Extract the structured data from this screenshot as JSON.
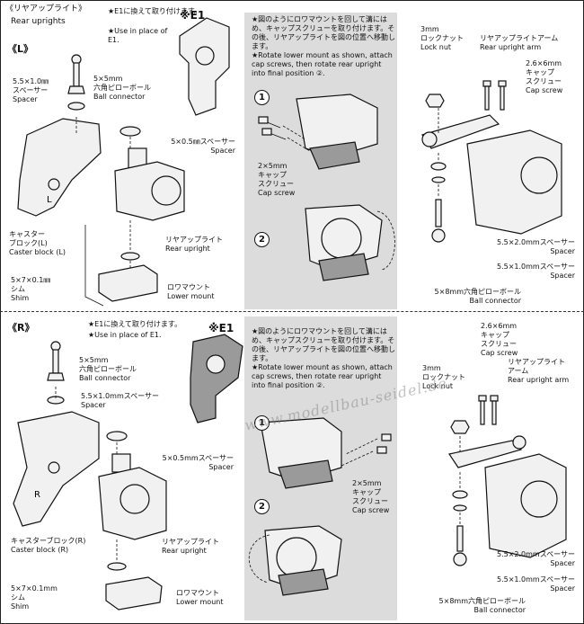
{
  "header": {
    "title_jp": "《リヤアップライト》",
    "title_en": "Rear uprights"
  },
  "left_section": {
    "label": "《L》",
    "e1_note_jp": "★E1に換えて取り付けます。",
    "e1_note_en": "★Use in place of E1.",
    "e1_tag": "※E1",
    "parts": {
      "spacer_5510": "5.5×1.0㎜\nスペーサー\nSpacer",
      "ball_connector": "5×5mm\n六角ピローボール\nBall connector",
      "spacer_5505": "5×0.5㎜スペーサー\nSpacer",
      "caster_block": "キャスター\nブロック(L)\nCaster block (L)",
      "rear_upright": "リヤアップライト\nRear upright",
      "shim": "5×7×0.1㎜\nシム\nShim",
      "lower_mount": "ロワマウント\nLower mount"
    },
    "instruction": "★図のようにロワマウントを回して溝にはめ、キャップスクリューを取り付けます。その後、リヤアップライトを図の位置へ移動します。\n★Rotate lower mount as shown, attach cap screws, then rotate rear upright into final position ②.",
    "step1": "1",
    "step2": "2",
    "cap_screw": "2×5mm\nキャップ\nスクリュー\nCap screw",
    "right_parts": {
      "lock_nut": "3mm\nロックナット\nLock nut",
      "upright_arm": "リヤアップライトアーム\nRear upright arm",
      "cap_screw_26": "2.6×6mm\nキャップ\nスクリュー\nCap screw",
      "spacer_5520": "5.5×2.0mmスペーサー\nSpacer",
      "spacer_5510b": "5.5×1.0mmスペーサー\nSpacer",
      "ball_conn_58": "5×8mm六角ピローボール\nBall connector"
    }
  },
  "right_section": {
    "label": "《R》",
    "e1_note_jp": "★E1に換えて取り付けます。",
    "e1_note_en": "★Use in place of E1.",
    "e1_tag": "※E1",
    "parts": {
      "ball_connector": "5×5mm\n六角ピローボール\nBall connector",
      "spacer_5510": "5.5×1.0mmスペーサー\nSpacer",
      "spacer_5505": "5×0.5mmスペーサー\nSpacer",
      "caster_block": "キャスターブロック(R)\nCaster block (R)",
      "rear_upright": "リヤアップライト\nRear upright",
      "shim": "5×7×0.1mm\nシム\nShim",
      "lower_mount": "ロワマウント\nLower mount"
    },
    "instruction": "★図のようにロワマウントを回して溝にはめ、キャップスクリューを取り付けます。その後、リヤアップライトを図の位置へ移動します。\n★Rotate lower mount as shown, attach cap screws, then rotate rear upright into final position ②.",
    "step1": "1",
    "step2": "2",
    "cap_screw": "2×5mm\nキャップ\nスクリュー\nCap screw",
    "right_parts": {
      "cap_screw_26": "2.6×6mm\nキャップ\nスクリュー\nCap screw",
      "lock_nut": "3mm\nロックナット\nLock nut",
      "upright_arm": "リヤアップライト\nアーム\nRear upright arm",
      "spacer_5520": "5.5×2.0mmスペーサー\nSpacer",
      "spacer_5510b": "5.5×1.0mmスペーサー\nSpacer",
      "ball_conn_58": "5×8mm六角ピローボール\nBall connector"
    }
  },
  "watermark": "www.modellbau-seidel.de"
}
